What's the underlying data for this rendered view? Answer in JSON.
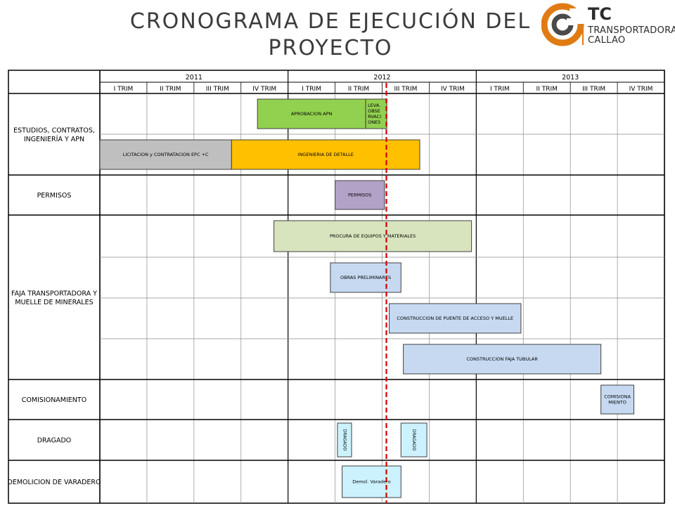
{
  "page": {
    "title": "CRONOGRAMA DE EJECUCIÓN DEL PROYECTO"
  },
  "logo": {
    "mark": "TC",
    "line1": "TRANSPORTADORA",
    "line2": "CALLAO"
  },
  "chart_data": {
    "type": "gantt",
    "years": [
      "2011",
      "2012",
      "2013"
    ],
    "quarters": [
      "I TRIM",
      "II TRIM",
      "III TRIM",
      "IV TRIM",
      "I TRIM",
      "II TRIM",
      "III TRIM",
      "IV TRIM",
      "I TRIM",
      "II TRIM",
      "III TRIM",
      "IV TRIM"
    ],
    "time_unit": "quarters since 2011 Q1 start",
    "today_marker": 6.0,
    "groups": [
      {
        "label": "ESTUDIOS, CONTRATOS, INGENIERÍA Y APN",
        "rows": 2
      },
      {
        "label": "PERMISOS",
        "rows": 1
      },
      {
        "label": "FAJA TRANSPORTADORA Y MUELLE DE MINERALES",
        "rows": 4
      },
      {
        "label": "COMISIONAMIENTO",
        "rows": 1
      },
      {
        "label": "DRAGADO",
        "rows": 1
      },
      {
        "label": "DEMOLICION DE VARADERO",
        "rows": 1
      }
    ],
    "tasks": [
      {
        "label": "APROBACION APN",
        "row": 0,
        "start": 3.35,
        "end": 5.65,
        "color": "#92d050"
      },
      {
        "label": "LEVA. OBSE RVACI ONES",
        "row": 0,
        "start": 5.65,
        "end": 6.1,
        "color": "#92d050"
      },
      {
        "label": "LICITACION y CONTRATACION EPC +C",
        "row": 1,
        "start": 0.0,
        "end": 2.8,
        "color": "#bfbfbf"
      },
      {
        "label": "INGENIERIA DE DETALLE",
        "row": 1,
        "start": 2.8,
        "end": 6.8,
        "color": "#ffc000"
      },
      {
        "label": "PERMISOS",
        "row": 2,
        "start": 5.0,
        "end": 6.05,
        "color": "#b3a2c7"
      },
      {
        "label": "PROCURA DE EQUIPOS Y MATERIALES",
        "row": 3,
        "start": 3.7,
        "end": 7.9,
        "color": "#d7e4bd"
      },
      {
        "label": "OBRAS PRELIMINARES",
        "row": 4,
        "start": 4.9,
        "end": 6.4,
        "color": "#c6d9f1"
      },
      {
        "label": "CONSTRUCCION DE PUENTE DE ACCESO Y MUELLE",
        "row": 5,
        "start": 6.15,
        "end": 8.95,
        "color": "#c6d9f1"
      },
      {
        "label": "CONSTRUCCION FAJA TUBULAR",
        "row": 6,
        "start": 6.45,
        "end": 10.65,
        "color": "#c6d9f1"
      },
      {
        "label": "COMISIONA MIENTO",
        "row": 7,
        "start": 10.65,
        "end": 11.35,
        "color": "#c6d9f1"
      },
      {
        "label": "DRAGADO",
        "row": 8,
        "start": 5.05,
        "end": 5.35,
        "color": "#ccf2ff",
        "vertical": true
      },
      {
        "label": "DRAGADO",
        "row": 8,
        "start": 6.4,
        "end": 6.95,
        "color": "#ccf2ff",
        "vertical": true
      },
      {
        "label": "Demol. Varadero",
        "row": 9,
        "start": 5.15,
        "end": 6.4,
        "color": "#ccf2ff"
      }
    ]
  }
}
